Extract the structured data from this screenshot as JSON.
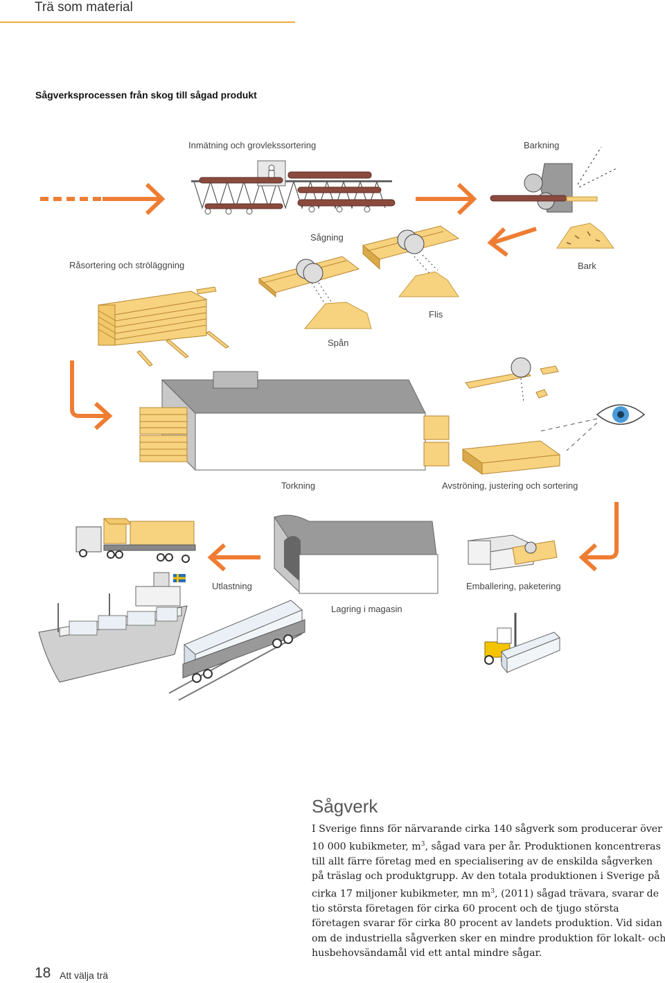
{
  "header": {
    "section": "Trä som material"
  },
  "figure": {
    "title": "Sågverksprocessen från skog till sågad produkt",
    "labels": {
      "inmatning": "Inmätning och grovlekssortering",
      "barkning": "Barkning",
      "sagning": "Sågning",
      "rasortering": "Råsortering och ströläggning",
      "bark": "Bark",
      "flis": "Flis",
      "span": "Spån",
      "torkning": "Torkning",
      "avstroning": "Avströning, justering och sortering",
      "utlastning": "Utlastning",
      "emballering": "Emballering, paketering",
      "lagring": "Lagring i magasin"
    },
    "colors": {
      "arrow": "#ee7d33",
      "wood": "#f7d27f",
      "wood_dark": "#d9a94a",
      "log": "#8b4a3e",
      "building": "#9a9a9a",
      "eye": "#4a9ad8"
    }
  },
  "article": {
    "title": "Sågverk",
    "p1": "I Sverige finns för närvarande cirka 140 sågverk som producerar över 10 000 kubikmeter, m",
    "sup1": "3",
    "p2": ", sågad vara per år. Produktionen koncentreras till allt färre företag med en specialisering av de enskilda sågverken på träslag och produktgrupp. Av den totala produktionen i Sverige på cirka 17 miljoner kubikmeter, mn m",
    "sup2": "3",
    "p3": ", (2011) sågad trävara, svarar de tio största företagen för cirka 60 procent och de tjugo största företagen svarar för cirka 80 procent av landets produktion. Vid sidan om de industriella sågverken sker en mindre produktion för lokalt- och husbehovsändamål vid ett antal mindre sågar."
  },
  "footer": {
    "page_number": "18",
    "book_title": "Att välja trä"
  }
}
